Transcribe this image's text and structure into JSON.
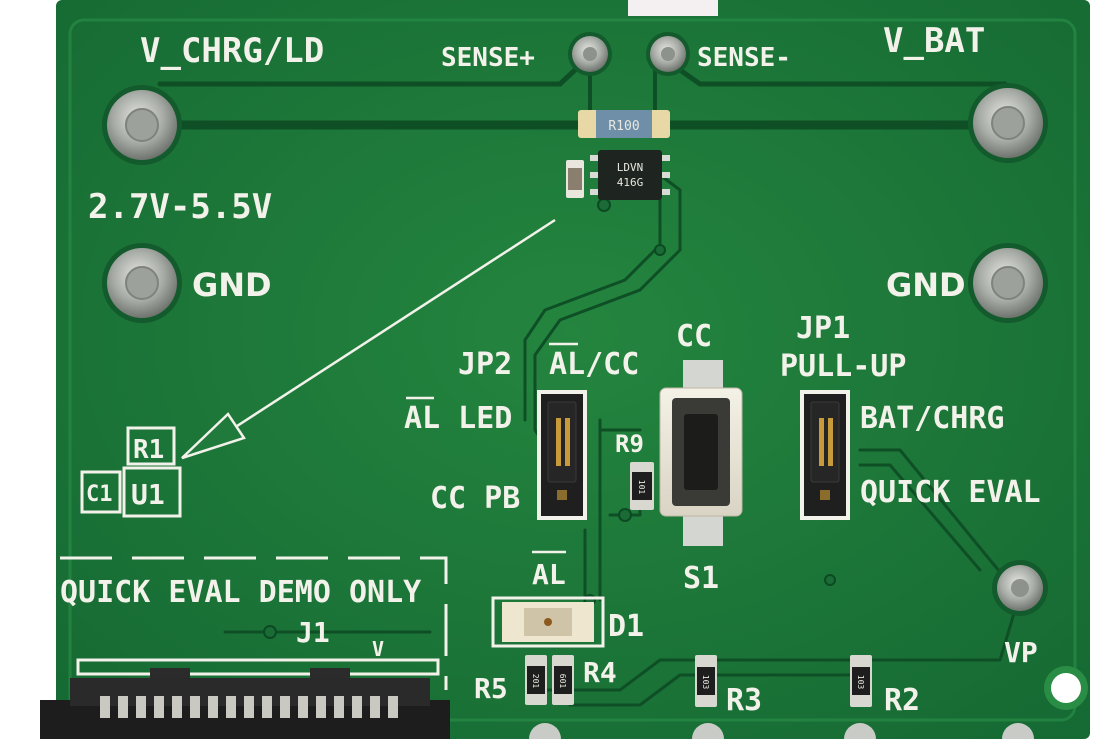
{
  "labels": {
    "v_chrg_ld": "V_CHRG/LD",
    "sense_plus": "SENSE+",
    "sense_minus": "SENSE-",
    "v_bat": "V_BAT",
    "voltage_range": "2.7V-5.5V",
    "gnd_left": "GND",
    "gnd_right": "GND",
    "jp2": "JP2",
    "al_cc": "AL/CC",
    "cc_top": "CC",
    "jp1": "JP1",
    "pull_up": "PULL-UP",
    "al_led": "AL LED",
    "bat_chrg": "BAT/CHRG",
    "r9": "R9",
    "cc_pb": "CC PB",
    "quick_eval": "QUICK EVAL",
    "s1": "S1",
    "r1": "R1",
    "u1": "U1",
    "c1": "C1",
    "quick_eval_demo": "QUICK EVAL DEMO ONLY",
    "al_d1": "AL",
    "d1": "D1",
    "j1": "J1",
    "v_mark": "V",
    "vp": "VP",
    "r5": "R5",
    "r4": "R4",
    "r3": "R3",
    "r2": "R2"
  },
  "component_markings": {
    "shunt": "R100",
    "ic_line1": "LDVN",
    "ic_line2": "416G",
    "r9_code": "101",
    "r5_code": "201",
    "r4_code": "601",
    "r3_code": "103",
    "r2_code": "103"
  },
  "colors": {
    "pcb": "#1f7a3c",
    "pcb_dark": "#166030",
    "trace": "#0f4f26",
    "silkscreen": "#f2f2ea",
    "pad": "#c9ccc6"
  }
}
